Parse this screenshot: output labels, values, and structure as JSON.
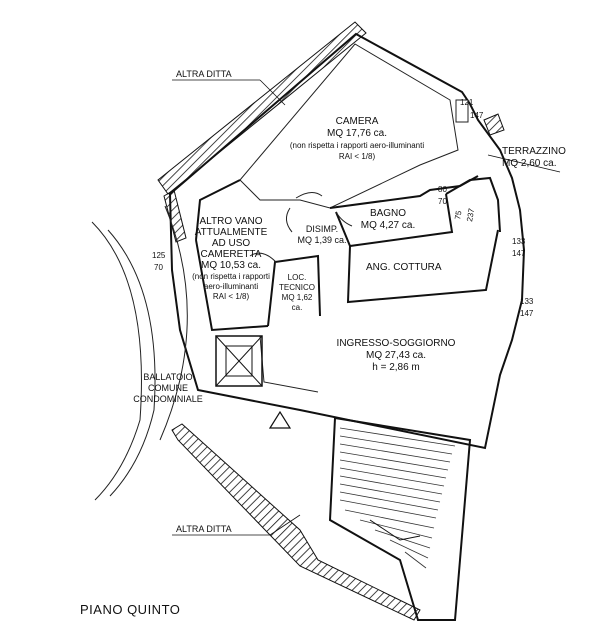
{
  "plan_title": "PIANO QUINTO",
  "neighbours": {
    "top": "ALTRA DITTA",
    "bottom": "ALTRA DITTA"
  },
  "ballatoio": [
    "BALLATOIO",
    "COMUNE",
    "CONDOMINIALE"
  ],
  "rooms": {
    "camera": [
      "CAMERA",
      "MQ 17,76 ca.",
      "(non rispetta i rapporti aero-illuminanti",
      "RAI < 1/8)"
    ],
    "terrazzino": [
      "TERRAZZINO",
      "MQ 2,60 ca."
    ],
    "altro_vano": [
      "ALTRO VANO",
      "ATTUALMENTE",
      "AD USO",
      "CAMERETTA",
      "MQ 10,53 ca.",
      "(non rispetta i rapporti",
      "aero-illuminanti",
      "RAI < 1/8)"
    ],
    "disimp": [
      "DISIMP.",
      "MQ 1,39 ca."
    ],
    "bagno": [
      "BAGNO",
      "MQ 4,27 ca."
    ],
    "ang_cottura": [
      "ANG. COTTURA"
    ],
    "loc_tecnico": [
      "LOC.",
      "TECNICO",
      "MQ 1,62",
      "ca."
    ],
    "soggiorno": [
      "INGRESSO-SOGGIORNO",
      "MQ 27,43 ca.",
      "h = 2,86 m"
    ]
  },
  "window_dims": {
    "camera": [
      "121",
      "147"
    ],
    "bagno_a": [
      "80",
      "70"
    ],
    "bagno_b": [
      "75",
      "237"
    ],
    "cottura": [
      "133",
      "147"
    ],
    "soggiorno": [
      "133",
      "147"
    ],
    "cameretta": [
      "125",
      "70"
    ]
  }
}
